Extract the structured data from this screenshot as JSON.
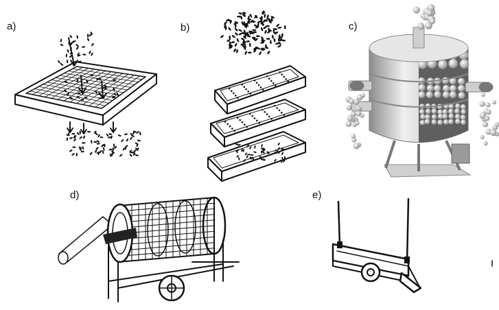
{
  "figure": {
    "panels": [
      {
        "id": "a",
        "label": "a)",
        "icon": "hand-sieve-tray-icon"
      },
      {
        "id": "b",
        "label": "b)",
        "icon": "stacked-sieve-trays-icon"
      },
      {
        "id": "c",
        "label": "c)",
        "icon": "vibratory-separator-icon"
      },
      {
        "id": "d",
        "label": "d)",
        "icon": "rotary-drum-screen-icon"
      },
      {
        "id": "e",
        "label": "e)",
        "icon": "hanging-sieve-icon"
      }
    ],
    "colors": {
      "ink": "#111111",
      "metal_light": "#d9d9d9",
      "metal_mid": "#a8a8a8",
      "metal_dark": "#6e6e6e",
      "background": "#ffffff"
    }
  }
}
